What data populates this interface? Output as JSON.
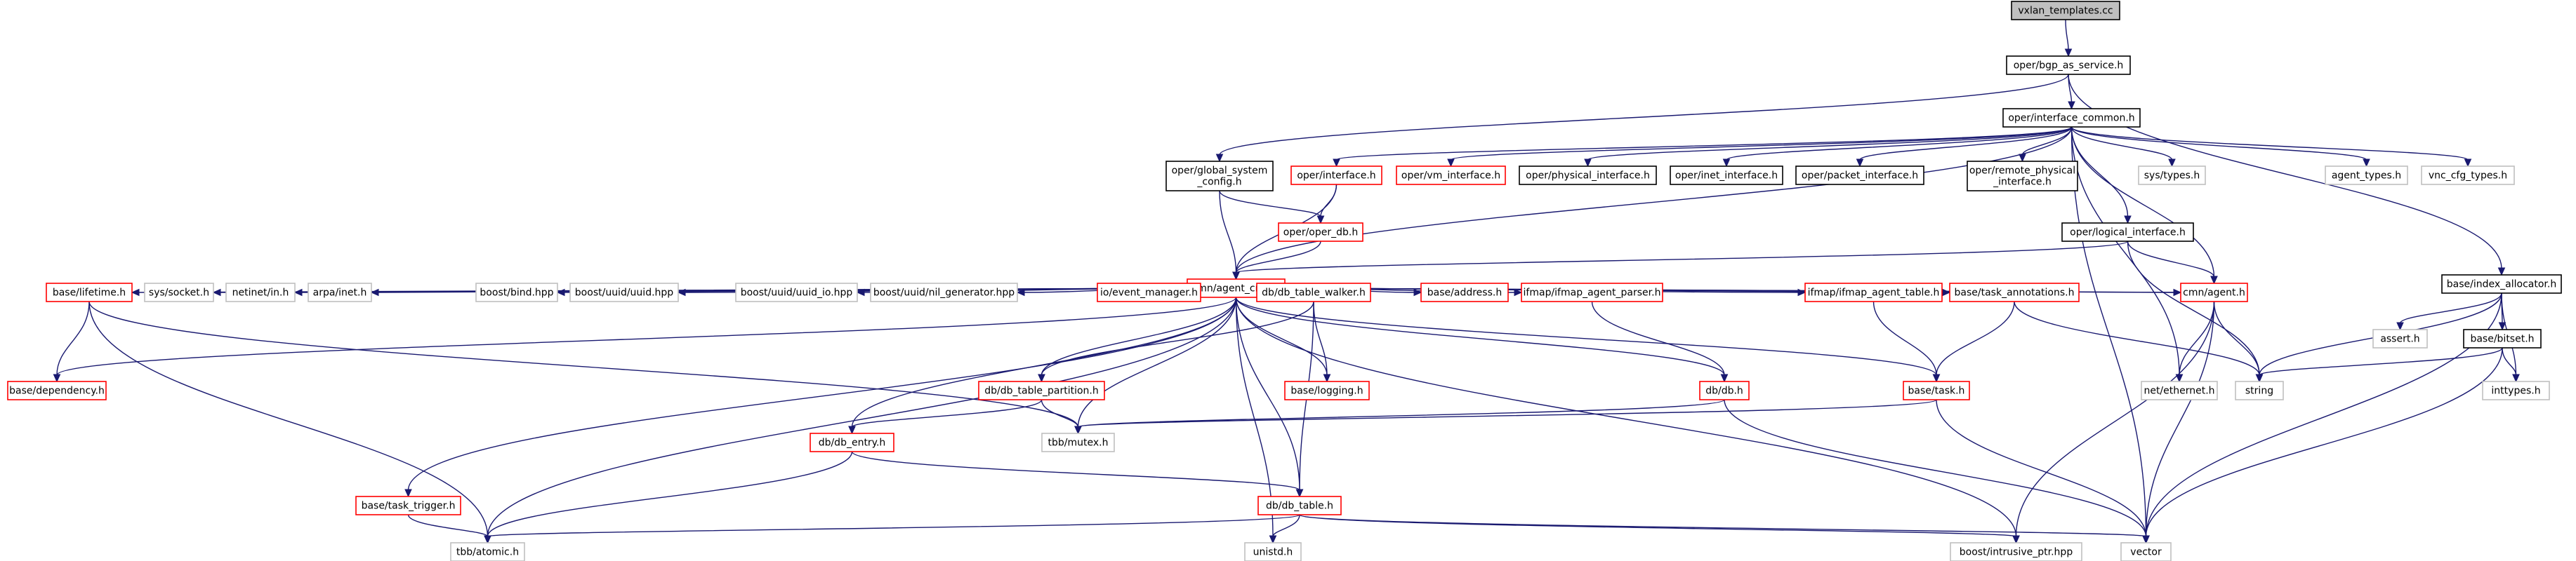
{
  "colors": {
    "edge": "#191970",
    "border_documented": "#000000",
    "border_undocumented": "#ff0000",
    "border_external": "#bfbfbf",
    "fill": "#ffffff",
    "fill_root": "#bfbfbf",
    "text": "#000000"
  },
  "graph": {
    "nodes": [
      {
        "id": "vxlan_templates_cc",
        "lines": [
          "vxlan_templates.cc"
        ],
        "style": "root"
      },
      {
        "id": "oper_bgp_as_service_h",
        "lines": [
          "oper/bgp_as_service.h"
        ],
        "style": "documented"
      },
      {
        "id": "oper_interface_common_h",
        "lines": [
          "oper/interface_common.h"
        ],
        "style": "documented"
      },
      {
        "id": "base_index_allocator_h",
        "lines": [
          "base/index_allocator.h"
        ],
        "style": "documented"
      },
      {
        "id": "oper_global_system_config_h",
        "lines": [
          "oper/global_system",
          "_config.h"
        ],
        "style": "documented"
      },
      {
        "id": "oper_interface_h",
        "lines": [
          "oper/interface.h"
        ],
        "style": "undocumented"
      },
      {
        "id": "oper_vm_interface_h",
        "lines": [
          "oper/vm_interface.h"
        ],
        "style": "undocumented"
      },
      {
        "id": "oper_physical_interface_h",
        "lines": [
          "oper/physical_interface.h"
        ],
        "style": "documented"
      },
      {
        "id": "oper_inet_interface_h",
        "lines": [
          "oper/inet_interface.h"
        ],
        "style": "documented"
      },
      {
        "id": "oper_packet_interface_h",
        "lines": [
          "oper/packet_interface.h"
        ],
        "style": "documented"
      },
      {
        "id": "oper_remote_physical_interface_h",
        "lines": [
          "oper/remote_physical",
          "_interface.h"
        ],
        "style": "documented"
      },
      {
        "id": "sys_types_h",
        "lines": [
          "sys/types.h"
        ],
        "style": "external"
      },
      {
        "id": "agent_types_h",
        "lines": [
          "agent_types.h"
        ],
        "style": "external"
      },
      {
        "id": "vnc_cfg_types_h",
        "lines": [
          "vnc_cfg_types.h"
        ],
        "style": "external"
      },
      {
        "id": "oper_oper_db_h",
        "lines": [
          "oper/oper_db.h"
        ],
        "style": "undocumented"
      },
      {
        "id": "oper_logical_interface_h",
        "lines": [
          "oper/logical_interface.h"
        ],
        "style": "documented"
      },
      {
        "id": "cmn_agent_cmn_h",
        "lines": [
          "cmn/agent_cmn.h"
        ],
        "style": "undocumented"
      },
      {
        "id": "base_lifetime_h",
        "lines": [
          "base/lifetime.h"
        ],
        "style": "undocumented"
      },
      {
        "id": "sys_socket_h",
        "lines": [
          "sys/socket.h"
        ],
        "style": "external"
      },
      {
        "id": "netinet_in_h",
        "lines": [
          "netinet/in.h"
        ],
        "style": "external"
      },
      {
        "id": "arpa_inet_h",
        "lines": [
          "arpa/inet.h"
        ],
        "style": "external"
      },
      {
        "id": "boost_bind_hpp",
        "lines": [
          "boost/bind.hpp"
        ],
        "style": "external"
      },
      {
        "id": "boost_uuid_uuid_hpp",
        "lines": [
          "boost/uuid/uuid.hpp"
        ],
        "style": "external"
      },
      {
        "id": "boost_uuid_uuid_io_hpp",
        "lines": [
          "boost/uuid/uuid_io.hpp"
        ],
        "style": "external"
      },
      {
        "id": "boost_uuid_nil_generator_hpp",
        "lines": [
          "boost/uuid/nil_generator.hpp"
        ],
        "style": "external"
      },
      {
        "id": "io_event_manager_h",
        "lines": [
          "io/event_manager.h"
        ],
        "style": "undocumented"
      },
      {
        "id": "db_db_table_walker_h",
        "lines": [
          "db/db_table_walker.h"
        ],
        "style": "undocumented"
      },
      {
        "id": "base_address_h",
        "lines": [
          "base/address.h"
        ],
        "style": "undocumented"
      },
      {
        "id": "ifmap_ifmap_agent_parser_h",
        "lines": [
          "ifmap/ifmap_agent_parser.h"
        ],
        "style": "undocumented"
      },
      {
        "id": "ifmap_ifmap_agent_table_h",
        "lines": [
          "ifmap/ifmap_agent_table.h"
        ],
        "style": "undocumented"
      },
      {
        "id": "base_task_annotations_h",
        "lines": [
          "base/task_annotations.h"
        ],
        "style": "undocumented"
      },
      {
        "id": "cmn_agent_h",
        "lines": [
          "cmn/agent.h"
        ],
        "style": "undocumented"
      },
      {
        "id": "base_bitset_h",
        "lines": [
          "base/bitset.h"
        ],
        "style": "documented"
      },
      {
        "id": "assert_h",
        "lines": [
          "assert.h"
        ],
        "style": "external"
      },
      {
        "id": "base_dependency_h",
        "lines": [
          "base/dependency.h"
        ],
        "style": "undocumented"
      },
      {
        "id": "db_db_table_partition_h",
        "lines": [
          "db/db_table_partition.h"
        ],
        "style": "undocumented"
      },
      {
        "id": "base_logging_h",
        "lines": [
          "base/logging.h"
        ],
        "style": "undocumented"
      },
      {
        "id": "db_db_h",
        "lines": [
          "db/db.h"
        ],
        "style": "undocumented"
      },
      {
        "id": "base_task_h",
        "lines": [
          "base/task.h"
        ],
        "style": "undocumented"
      },
      {
        "id": "net_ethernet_h",
        "lines": [
          "net/ethernet.h"
        ],
        "style": "external"
      },
      {
        "id": "string",
        "lines": [
          "string"
        ],
        "style": "external"
      },
      {
        "id": "inttypes_h",
        "lines": [
          "inttypes.h"
        ],
        "style": "external"
      },
      {
        "id": "tbb_mutex_h",
        "lines": [
          "tbb/mutex.h"
        ],
        "style": "external"
      },
      {
        "id": "db_db_entry_h",
        "lines": [
          "db/db_entry.h"
        ],
        "style": "undocumented"
      },
      {
        "id": "base_task_trigger_h",
        "lines": [
          "base/task_trigger.h"
        ],
        "style": "undocumented"
      },
      {
        "id": "db_db_table_h",
        "lines": [
          "db/db_table.h"
        ],
        "style": "undocumented"
      },
      {
        "id": "tbb_atomic_h",
        "lines": [
          "tbb/atomic.h"
        ],
        "style": "external"
      },
      {
        "id": "unistd_h",
        "lines": [
          "unistd.h"
        ],
        "style": "external"
      },
      {
        "id": "boost_intrusive_ptr_hpp",
        "lines": [
          "boost/intrusive_ptr.hpp"
        ],
        "style": "external"
      },
      {
        "id": "vector",
        "lines": [
          "vector"
        ],
        "style": "external"
      }
    ],
    "edges": [
      [
        "vxlan_templates_cc",
        "oper_bgp_as_service_h"
      ],
      [
        "oper_bgp_as_service_h",
        "oper_interface_common_h"
      ],
      [
        "oper_bgp_as_service_h",
        "oper_global_system_config_h"
      ],
      [
        "oper_bgp_as_service_h",
        "base_index_allocator_h"
      ],
      [
        "oper_interface_common_h",
        "oper_interface_h"
      ],
      [
        "oper_interface_common_h",
        "oper_vm_interface_h"
      ],
      [
        "oper_interface_common_h",
        "oper_physical_interface_h"
      ],
      [
        "oper_interface_common_h",
        "oper_inet_interface_h"
      ],
      [
        "oper_interface_common_h",
        "oper_packet_interface_h"
      ],
      [
        "oper_interface_common_h",
        "oper_remote_physical_interface_h"
      ],
      [
        "oper_interface_common_h",
        "sys_types_h"
      ],
      [
        "oper_interface_common_h",
        "agent_types_h"
      ],
      [
        "oper_interface_common_h",
        "vnc_cfg_types_h"
      ],
      [
        "oper_interface_common_h",
        "oper_logical_interface_h"
      ],
      [
        "oper_interface_common_h",
        "cmn_agent_cmn_h"
      ],
      [
        "oper_interface_common_h",
        "cmn_agent_h"
      ],
      [
        "oper_interface_common_h",
        "net_ethernet_h"
      ],
      [
        "oper_interface_common_h",
        "vector"
      ],
      [
        "oper_global_system_config_h",
        "oper_oper_db_h"
      ],
      [
        "oper_global_system_config_h",
        "cmn_agent_cmn_h"
      ],
      [
        "oper_interface_h",
        "oper_oper_db_h"
      ],
      [
        "oper_interface_h",
        "cmn_agent_cmn_h"
      ],
      [
        "oper_oper_db_h",
        "cmn_agent_cmn_h"
      ],
      [
        "oper_logical_interface_h",
        "cmn_agent_cmn_h"
      ],
      [
        "oper_logical_interface_h",
        "cmn_agent_h"
      ],
      [
        "oper_logical_interface_h",
        "string"
      ],
      [
        "cmn_agent_cmn_h",
        "base_lifetime_h"
      ],
      [
        "cmn_agent_cmn_h",
        "sys_socket_h"
      ],
      [
        "cmn_agent_cmn_h",
        "netinet_in_h"
      ],
      [
        "cmn_agent_cmn_h",
        "arpa_inet_h"
      ],
      [
        "cmn_agent_cmn_h",
        "boost_bind_hpp"
      ],
      [
        "cmn_agent_cmn_h",
        "boost_uuid_uuid_hpp"
      ],
      [
        "cmn_agent_cmn_h",
        "boost_uuid_uuid_io_hpp"
      ],
      [
        "cmn_agent_cmn_h",
        "boost_uuid_nil_generator_hpp"
      ],
      [
        "cmn_agent_cmn_h",
        "io_event_manager_h"
      ],
      [
        "cmn_agent_cmn_h",
        "db_db_table_walker_h"
      ],
      [
        "cmn_agent_cmn_h",
        "base_address_h"
      ],
      [
        "cmn_agent_cmn_h",
        "ifmap_ifmap_agent_parser_h"
      ],
      [
        "cmn_agent_cmn_h",
        "ifmap_ifmap_agent_table_h"
      ],
      [
        "cmn_agent_cmn_h",
        "base_task_annotations_h"
      ],
      [
        "cmn_agent_cmn_h",
        "cmn_agent_h"
      ],
      [
        "cmn_agent_cmn_h",
        "base_dependency_h"
      ],
      [
        "cmn_agent_cmn_h",
        "db_db_table_partition_h"
      ],
      [
        "cmn_agent_cmn_h",
        "base_logging_h"
      ],
      [
        "cmn_agent_cmn_h",
        "db_db_h"
      ],
      [
        "cmn_agent_cmn_h",
        "base_task_h"
      ],
      [
        "cmn_agent_cmn_h",
        "tbb_mutex_h"
      ],
      [
        "cmn_agent_cmn_h",
        "db_db_entry_h"
      ],
      [
        "cmn_agent_cmn_h",
        "base_task_trigger_h"
      ],
      [
        "cmn_agent_cmn_h",
        "db_db_table_h"
      ],
      [
        "cmn_agent_cmn_h",
        "tbb_atomic_h"
      ],
      [
        "cmn_agent_cmn_h",
        "unistd_h"
      ],
      [
        "cmn_agent_cmn_h",
        "boost_intrusive_ptr_hpp"
      ],
      [
        "base_lifetime_h",
        "base_dependency_h"
      ],
      [
        "base_lifetime_h",
        "tbb_mutex_h"
      ],
      [
        "base_lifetime_h",
        "tbb_atomic_h"
      ],
      [
        "db_db_table_walker_h",
        "db_db_table_partition_h"
      ],
      [
        "db_db_table_walker_h",
        "base_logging_h"
      ],
      [
        "db_db_table_walker_h",
        "db_db_table_h"
      ],
      [
        "ifmap_ifmap_agent_parser_h",
        "db_db_h"
      ],
      [
        "ifmap_ifmap_agent_table_h",
        "base_task_h"
      ],
      [
        "base_task_annotations_h",
        "base_task_h"
      ],
      [
        "base_task_annotations_h",
        "string"
      ],
      [
        "cmn_agent_h",
        "cmn_agent_cmn_h"
      ],
      [
        "cmn_agent_h",
        "net_ethernet_h"
      ],
      [
        "cmn_agent_h",
        "string"
      ],
      [
        "cmn_agent_h",
        "vector"
      ],
      [
        "cmn_agent_h",
        "boost_intrusive_ptr_hpp"
      ],
      [
        "db_db_table_partition_h",
        "db_db_entry_h"
      ],
      [
        "db_db_table_partition_h",
        "tbb_mutex_h"
      ],
      [
        "db_db_h",
        "tbb_mutex_h"
      ],
      [
        "db_db_h",
        "vector"
      ],
      [
        "base_task_h",
        "tbb_mutex_h"
      ],
      [
        "base_task_h",
        "vector"
      ],
      [
        "db_db_entry_h",
        "db_db_table_h"
      ],
      [
        "db_db_entry_h",
        "tbb_atomic_h"
      ],
      [
        "base_task_trigger_h",
        "tbb_atomic_h"
      ],
      [
        "db_db_table_h",
        "tbb_atomic_h"
      ],
      [
        "db_db_table_h",
        "unistd_h"
      ],
      [
        "db_db_table_h",
        "boost_intrusive_ptr_hpp"
      ],
      [
        "db_db_table_h",
        "vector"
      ],
      [
        "base_index_allocator_h",
        "base_bitset_h"
      ],
      [
        "base_index_allocator_h",
        "assert_h"
      ],
      [
        "base_index_allocator_h",
        "string"
      ],
      [
        "base_index_allocator_h",
        "inttypes_h"
      ],
      [
        "base_index_allocator_h",
        "vector"
      ],
      [
        "base_bitset_h",
        "string"
      ],
      [
        "base_bitset_h",
        "inttypes_h"
      ],
      [
        "base_bitset_h",
        "vector"
      ]
    ]
  }
}
